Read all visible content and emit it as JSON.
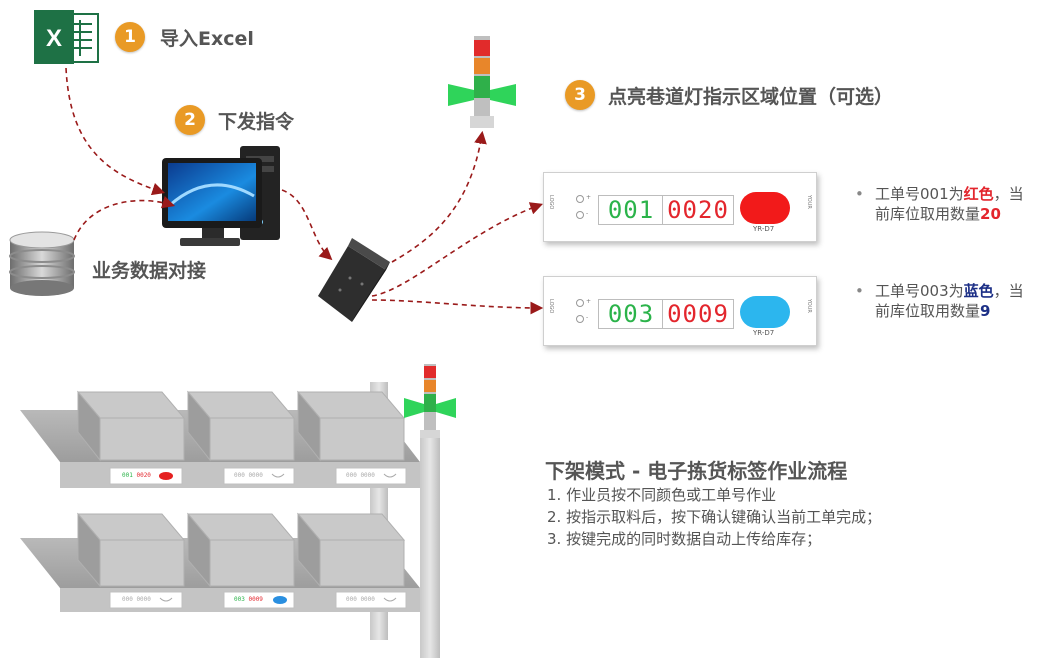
{
  "steps": [
    {
      "num": "1",
      "label": "导入Excel"
    },
    {
      "num": "2",
      "label": "下发指令"
    },
    {
      "num": "3",
      "label": "点亮巷道灯指示区域位置（可选）"
    }
  ],
  "business_label": "业务数据对接",
  "excel_letter": "X",
  "panels": [
    {
      "order": "001",
      "qty": "0020",
      "button_color": "#f21a1a",
      "model": "YR-D7"
    },
    {
      "order": "003",
      "qty": "0009",
      "button_color": "#2cb6ee",
      "model": "YR-D7"
    }
  ],
  "panel_text": {
    "plus": "+",
    "minus": "-",
    "left_side": "LOGO",
    "right_side": "YOUR"
  },
  "notes": [
    {
      "prefix": "工单号001为",
      "color_word": "红色",
      "color_hex": "#e3262d",
      "mid": "，当",
      "line2": "前库位取用数量",
      "qty": "20"
    },
    {
      "prefix": "工单号003为",
      "color_word": "蓝色",
      "color_hex": "#1c2f86",
      "mid": "，当",
      "line2": "前库位取用数量",
      "qty": "9"
    }
  ],
  "flow": {
    "title": "下架模式 - 电子拣货标签作业流程",
    "items": [
      "1.  作业员按不同颜色或工单号作业",
      "2.  按指示取料后，按下确认键确认当前工单完成；",
      "3.  按键完成的同时数据自动上传给库存；"
    ]
  },
  "shelf_labels": {
    "row1_active": {
      "order": "001",
      "qty": "0020"
    },
    "row2_active": {
      "order": "003",
      "qty": "0009"
    },
    "idle": "000 0000"
  },
  "colors": {
    "badge": "#e99a25",
    "arrow": "#9a1a1a",
    "green_led": "#2bb34a",
    "red_led": "#e3262d",
    "blue_button": "#2cb6ee",
    "red_button": "#f21a1a"
  }
}
